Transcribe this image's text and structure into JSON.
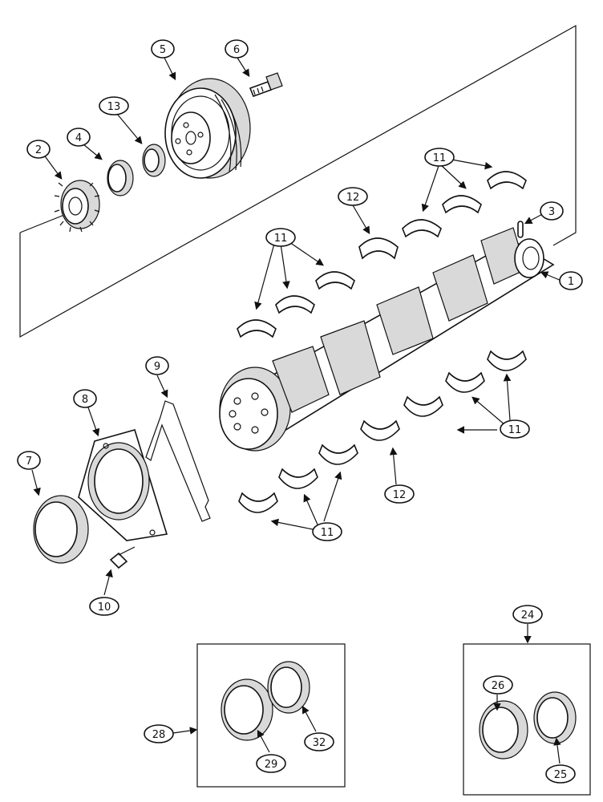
{
  "callouts": [
    {
      "id": "c1",
      "label": "1"
    },
    {
      "id": "c2",
      "label": "2"
    },
    {
      "id": "c3",
      "label": "3"
    },
    {
      "id": "c4",
      "label": "4"
    },
    {
      "id": "c5",
      "label": "5"
    },
    {
      "id": "c6",
      "label": "6"
    },
    {
      "id": "c7",
      "label": "7"
    },
    {
      "id": "c8",
      "label": "8"
    },
    {
      "id": "c9",
      "label": "9"
    },
    {
      "id": "c10",
      "label": "10"
    },
    {
      "id": "c11a",
      "label": "11"
    },
    {
      "id": "c11b",
      "label": "11"
    },
    {
      "id": "c11c",
      "label": "11"
    },
    {
      "id": "c11d",
      "label": "11"
    },
    {
      "id": "c12a",
      "label": "12"
    },
    {
      "id": "c12b",
      "label": "12"
    },
    {
      "id": "c13",
      "label": "13"
    },
    {
      "id": "c24",
      "label": "24"
    },
    {
      "id": "c25",
      "label": "25"
    },
    {
      "id": "c26",
      "label": "26"
    },
    {
      "id": "c28",
      "label": "28"
    },
    {
      "id": "c29",
      "label": "29"
    },
    {
      "id": "c32",
      "label": "32"
    }
  ]
}
